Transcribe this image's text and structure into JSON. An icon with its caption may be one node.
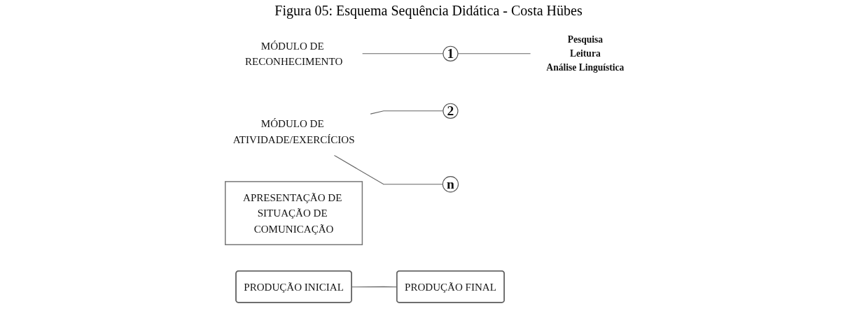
{
  "diagram": {
    "title": "Figura 05: Esquema Sequência Didática - Costa Hübes",
    "nodes": [
      {
        "text": [
          "MÓDULO DE RECONHECIMENTO"
        ]
      },
      {
        "text": [
          "MÓDULO DE ATIVIDADE/EXERCÍCIOS"
        ]
      },
      {
        "text": [
          "APRESENTAÇÃO DE SITUAÇÃO DE COMUNICAÇÃO"
        ]
      },
      {
        "text": [
          "1"
        ]
      },
      {
        "text": [
          "PRODUÇÃO INICIAL"
        ]
      },
      {
        "text": [
          "2"
        ]
      },
      {
        "text": [
          "n"
        ]
      },
      {
        "text": [
          "PRODUÇÃO FINAL"
        ]
      },
      {
        "text": [
          "Pesquisa",
          "Leitura",
          "Análise Linguística"
        ]
      }
    ],
    "edges": [
      {
        "from": 0,
        "to": 3,
        "arrow": "none"
      },
      {
        "from": 1,
        "to": 5,
        "arrow": "none"
      },
      {
        "from": 1,
        "to": 6,
        "arrow": "none"
      },
      {
        "from": 3,
        "to": 8,
        "arrow": "none"
      },
      {
        "from": 4,
        "to": 7,
        "arrow": "none"
      }
    ]
  }
}
